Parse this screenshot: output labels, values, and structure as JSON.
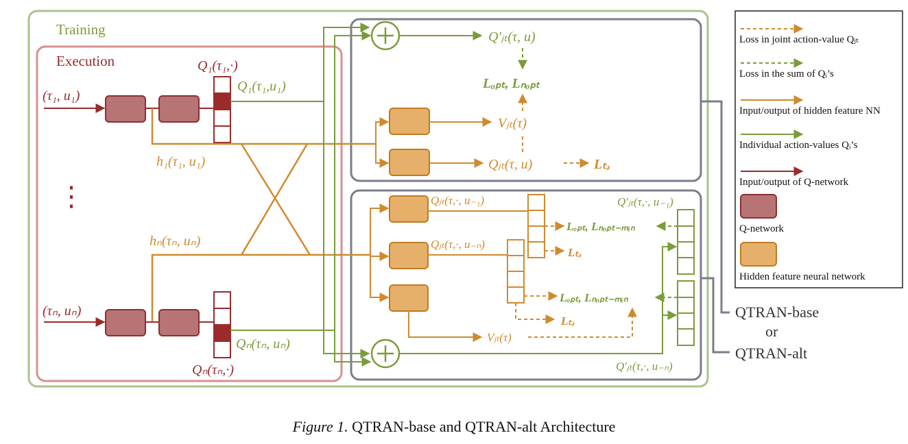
{
  "labels": {
    "training": "Training",
    "execution": "Execution",
    "q1_top": "Q₁(τ₁,·)",
    "q1_out": "Q₁(τ₁,u₁)",
    "in1": "(τ₁, u₁)",
    "h1": "h₁(τ₁, u₁)",
    "dots": "⋮",
    "hN": "hₙ(τₙ, uₙ)",
    "inN": "(τₙ, uₙ)",
    "qN_out": "Qₙ(τₙ, uₙ)",
    "qN_bottom": "Qₙ(τₙ,·)",
    "qprime_top": "Q′ⱼₜ(τ, u)",
    "loss_opt": "Lₒₚₜ, Lₙₒₚₜ",
    "vjt_top": "Vⱼₜ(τ)",
    "qjt_top": "Qⱼₜ(τ, u)",
    "ltd_top": "Lₜₔ",
    "qjt_m1": "Qⱼₜ(τ,·, u₋₁)",
    "qjt_mN": "Qⱼₜ(τ,·, u₋ₙ)",
    "qprime_m1": "Q′ⱼₜ(τ,·, u₋₁)",
    "loss_min1": "Lₒₚₜ, Lₙₒₚₜ₋ₘᵢₙ",
    "ltd_mid": "Lₜₔ",
    "loss_min2": "Lₒₚₜ, Lₙₒₚₜ₋ₘᵢₙ",
    "ltd_low": "Lₜₔ",
    "vjt_bottom": "Vⱼₜ(τ)",
    "qprime_mN": "Q′ⱼₜ(τ,·, u₋ₙ)",
    "qtran_base": "QTRAN-base",
    "or": "or",
    "qtran_alt": "QTRAN-alt"
  },
  "legend": {
    "items": [
      {
        "text": "Loss in joint action-value Qⱼₜ",
        "kind": "dashed",
        "color": "#d08a2e"
      },
      {
        "text": "Loss in the sum of Qᵢ’s",
        "kind": "dashed",
        "color": "#7a9c3a"
      },
      {
        "text": "Input/output of hidden feature NN",
        "kind": "arrow",
        "color": "#d08a2e"
      },
      {
        "text": "Individual action-values Qᵢ’s",
        "kind": "arrow",
        "color": "#7a9c3a"
      },
      {
        "text": "Input/output of Q-network",
        "kind": "arrow",
        "color": "#9b2a2a"
      },
      {
        "text": "Q-network",
        "kind": "box",
        "color": "#b87474"
      },
      {
        "text": "Hidden feature neural network",
        "kind": "box",
        "color": "#e6b06a"
      }
    ]
  },
  "caption": {
    "figure": "Figure 1.",
    "text": "QTRAN-base and QTRAN-alt Architecture"
  },
  "colors": {
    "green": "#7a9c3a",
    "orange": "#d08a2e",
    "red": "#9b2a2a",
    "qnet_fill": "#b87474",
    "hidden_fill": "#e6b06a",
    "gray": "#7a7e8a",
    "training_border": "#a9c48a",
    "execution_border": "#d98f8f"
  }
}
